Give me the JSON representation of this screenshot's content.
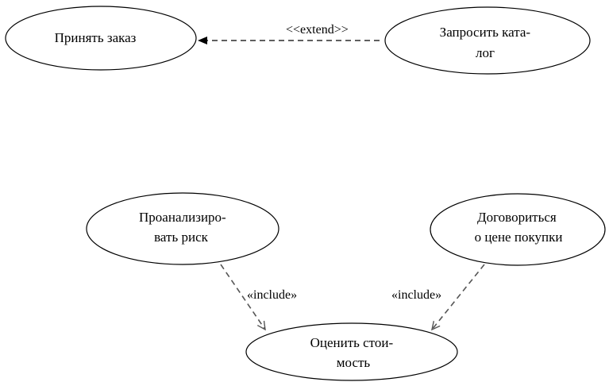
{
  "diagram": {
    "nodes": {
      "accept_order": {
        "lines": [
          "Принять заказ"
        ]
      },
      "request_catalog": {
        "lines": [
          "Запросить ката-",
          "лог"
        ]
      },
      "analyze_risk": {
        "lines": [
          "Проанализиро-",
          "вать риск"
        ]
      },
      "negotiate_price": {
        "lines": [
          "Договориться",
          "о цене покупки"
        ]
      },
      "estimate_cost": {
        "lines": [
          "Оценить стои-",
          "мость"
        ]
      }
    },
    "edges": {
      "extend_label": "<<extend>>",
      "include_left_label": "«include»",
      "include_right_label": "«include»"
    }
  }
}
